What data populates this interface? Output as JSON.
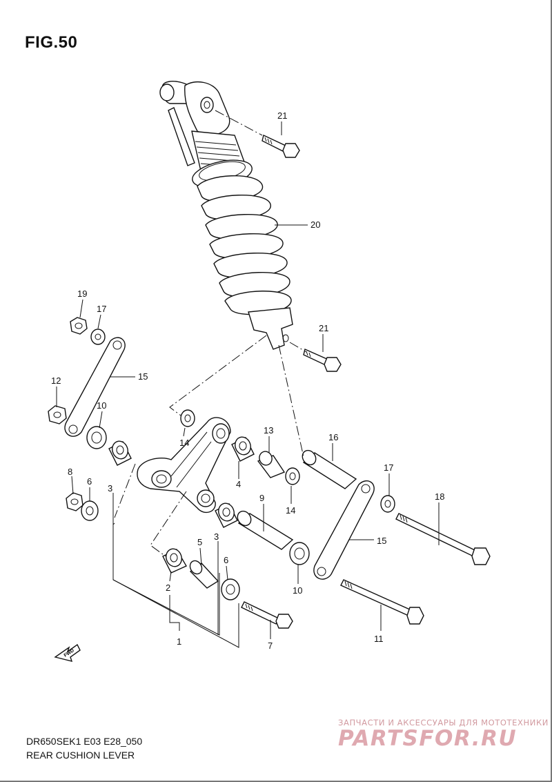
{
  "figure": {
    "title": "FIG.50",
    "model_code": "DR650SEK1 E03 E28_050",
    "diagram_name": "REAR CUSHION LEVER"
  },
  "watermark": {
    "tagline": "ЗАПЧАСТИ И АКСЕССУАРЫ ДЛЯ МОТОТЕХНИКИ",
    "brand": "PARTSFOR.RU"
  },
  "fwd_marker": "FWD",
  "callouts": {
    "p1": "1",
    "p2": "2",
    "p3a": "3",
    "p3b": "3",
    "p5": "5",
    "p6a": "6",
    "p6b": "6",
    "p7": "7",
    "p8": "8",
    "p9": "9",
    "p10a": "10",
    "p10b": "10",
    "p11": "11",
    "p12": "12",
    "p13": "13",
    "p14a": "14",
    "p14b": "14",
    "p15a": "15",
    "p15b": "15",
    "p16": "16",
    "p17a": "17",
    "p17b": "17",
    "p18": "18",
    "p19": "19",
    "p20": "20",
    "p21a": "21",
    "p21b": "21"
  },
  "colors": {
    "line": "#111111",
    "watermark": "#dfa9b0",
    "border": "#777777"
  }
}
